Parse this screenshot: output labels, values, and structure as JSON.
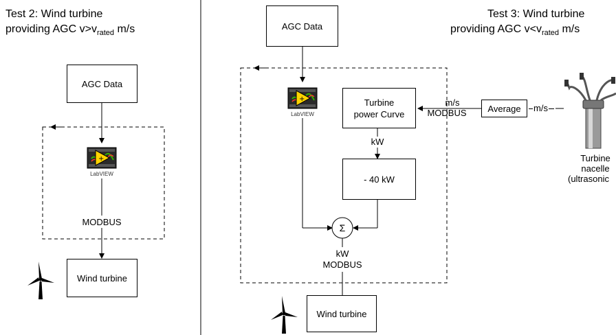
{
  "left_panel": {
    "title_line1": "Test 2: Wind turbine",
    "title_line2_main": "providing AGC v>v",
    "title_line2_sub": "rated",
    "title_line2_end": " m/s",
    "agc_box": "AGC Data",
    "labview": "LabVIEW",
    "modbus": "MODBUS",
    "turbine_box": "Wind turbine"
  },
  "right_panel": {
    "title_line1": "Test 3: Wind turbine",
    "title_line2_main": "providing AGC v<v",
    "title_line2_sub": "rated",
    "title_line2_end": " m/s",
    "agc_box": "AGC Data",
    "labview": "LabVIEW",
    "power_curve_line1": "Turbine",
    "power_curve_line2": "power Curve",
    "ms_label": "m/s",
    "modbus_label": "MODBUS",
    "average_box": "Average",
    "ms_dash_label": "m/s",
    "kw_label": "kW",
    "minus40_box": "- 40 kW",
    "sigma": "Σ",
    "kw_out_label": "kW",
    "modbus_out_label": "MODBUS",
    "turbine_box": "Wind turbine",
    "nacelle_line1": "Turbine",
    "nacelle_line2": "nacelle",
    "nacelle_line3": "(ultrasonic"
  }
}
